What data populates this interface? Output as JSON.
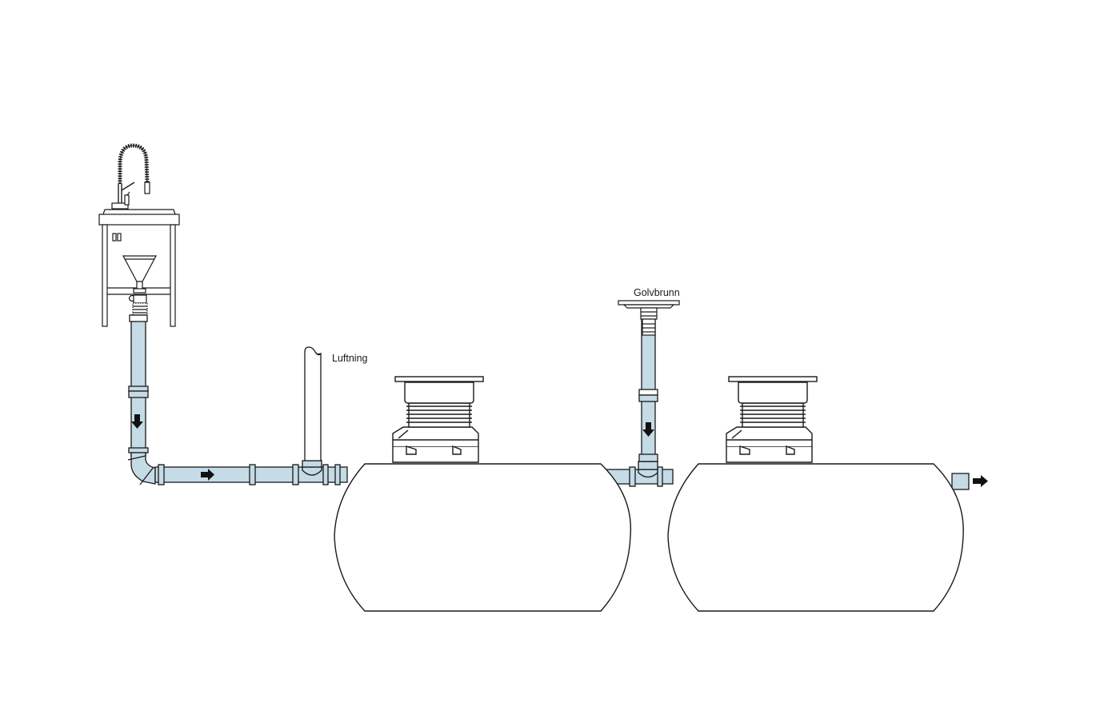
{
  "diagram": {
    "labels": {
      "vent": "Luftning",
      "floor_drain": "Golvbrunn"
    },
    "colors": {
      "pipe_fill": "#c5dbe5",
      "stroke": "#1a1a1a",
      "arrow": "#111111",
      "background": "#ffffff"
    },
    "components": {
      "sink": "sink-with-faucet",
      "tanks": [
        "separator-tank-1",
        "separator-tank-2"
      ]
    }
  }
}
